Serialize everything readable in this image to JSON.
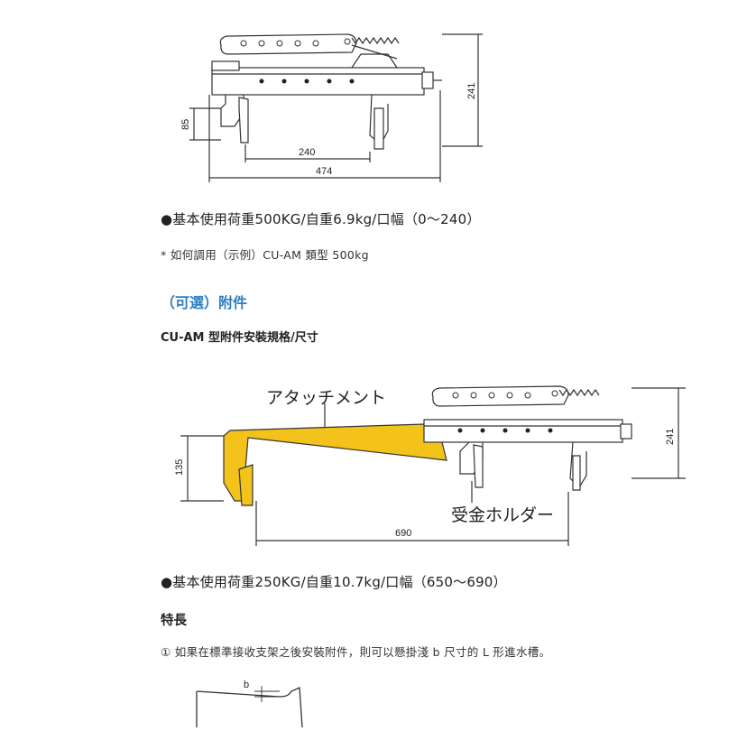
{
  "diagram1": {
    "dim_height": "241",
    "dim_left": "85",
    "dim_jaw": "240",
    "dim_total": "474"
  },
  "spec1": "●基本使用荷重500KG/自重6.9kg/口幅（0～240）",
  "note1": "* 如何調用（示例）CU-AM 類型 500kg",
  "section_heading": "（可選）附件",
  "section_subheading": "CU-AM 型附件安裝規格/尺寸",
  "diagram2": {
    "attachment_label": "アタッチメント",
    "holder_label": "受金ホルダー",
    "dim_height": "241",
    "dim_left": "135",
    "dim_span": "690",
    "attachment_color": "#f3c21b"
  },
  "spec2": "●基本使用荷重250KG/自重10.7kg/口幅（650～690）",
  "features_title": "特長",
  "feature1": "① 如果在標準接收支架之後安裝附件，則可以懸掛淺 b 尺寸的 L 形進水槽。",
  "diagram3": {
    "label_b": "b"
  }
}
